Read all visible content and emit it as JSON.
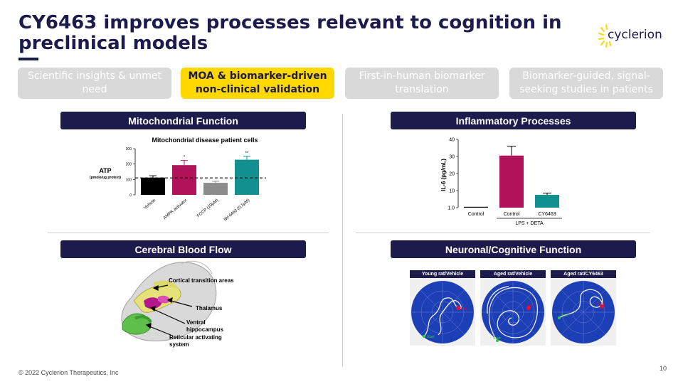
{
  "title": "CY6463 improves processes relevant to cognition in preclinical models",
  "logo": {
    "text": "cyclerion",
    "accent": "#ffd800"
  },
  "steps": [
    {
      "label": "Scientific insights & unmet need",
      "active": false
    },
    {
      "label": "MOA & biomarker-driven non-clinical validation",
      "active": true
    },
    {
      "label": "First-in-human biomarker translation",
      "active": false
    },
    {
      "label": "Biomarker-guided, signal-seeking studies in patients",
      "active": false
    }
  ],
  "panels": {
    "mito": "Mitochondrial Function",
    "inflam": "Inflammatory Processes",
    "cbf": "Cerebral Blood Flow",
    "neuro": "Neuronal/Cognitive Function"
  },
  "brain_labels": {
    "cortical": "Cortical transition areas",
    "thalamus": "Thalamus",
    "hippo": "Ventral hippocampus",
    "reticular": "Reticular activating system"
  },
  "mazes": [
    {
      "label": "Young rat/Vehicle"
    },
    {
      "label": "Aged rat/Vehicle"
    },
    {
      "label": "Aged rat/CY6463"
    }
  ],
  "maze_markers": {
    "start": "Start",
    "end": "End"
  },
  "footer": "© 2022 Cyclerion Therapeutics, Inc",
  "page_number": "10",
  "colors": {
    "navy": "#1d1b4c",
    "yellow": "#ffd800",
    "magenta": "#b0135a",
    "teal": "#128f8f",
    "gray": "#8c8c8c"
  },
  "chart_data": [
    {
      "type": "bar",
      "title": "Mitochondrial disease patient cells",
      "ylabel": "ATP",
      "ylabel_unit": "(pmole/ug protein)",
      "categories": [
        "Vehicle",
        "AMPK activator",
        "FCCP (10µM)",
        "IW-6463 (0.1µM)"
      ],
      "values": [
        112,
        193,
        78,
        228
      ],
      "errors": [
        12,
        30,
        10,
        22
      ],
      "annotations": [
        "",
        "*",
        "",
        "**"
      ],
      "bar_colors": [
        "#000000",
        "#b0135a",
        "#8c8c8c",
        "#128f8f"
      ],
      "yticks": [
        0,
        100,
        200,
        300
      ],
      "ylim": [
        0,
        300
      ],
      "reference_line": 110
    },
    {
      "type": "bar",
      "ylabel": "IL-6 (pg/mL)",
      "categories": [
        "Control",
        "Control",
        "CY6463"
      ],
      "values": [
        0.5,
        30.5,
        7.5
      ],
      "errors": [
        0,
        5.5,
        1
      ],
      "bar_colors": [
        "#000000",
        "#b0135a",
        "#128f8f"
      ],
      "yticks": [
        "1.0",
        "10",
        "20",
        "30",
        "40"
      ],
      "ylim": [
        0,
        40
      ],
      "group_label": "LPS + DETA"
    }
  ]
}
